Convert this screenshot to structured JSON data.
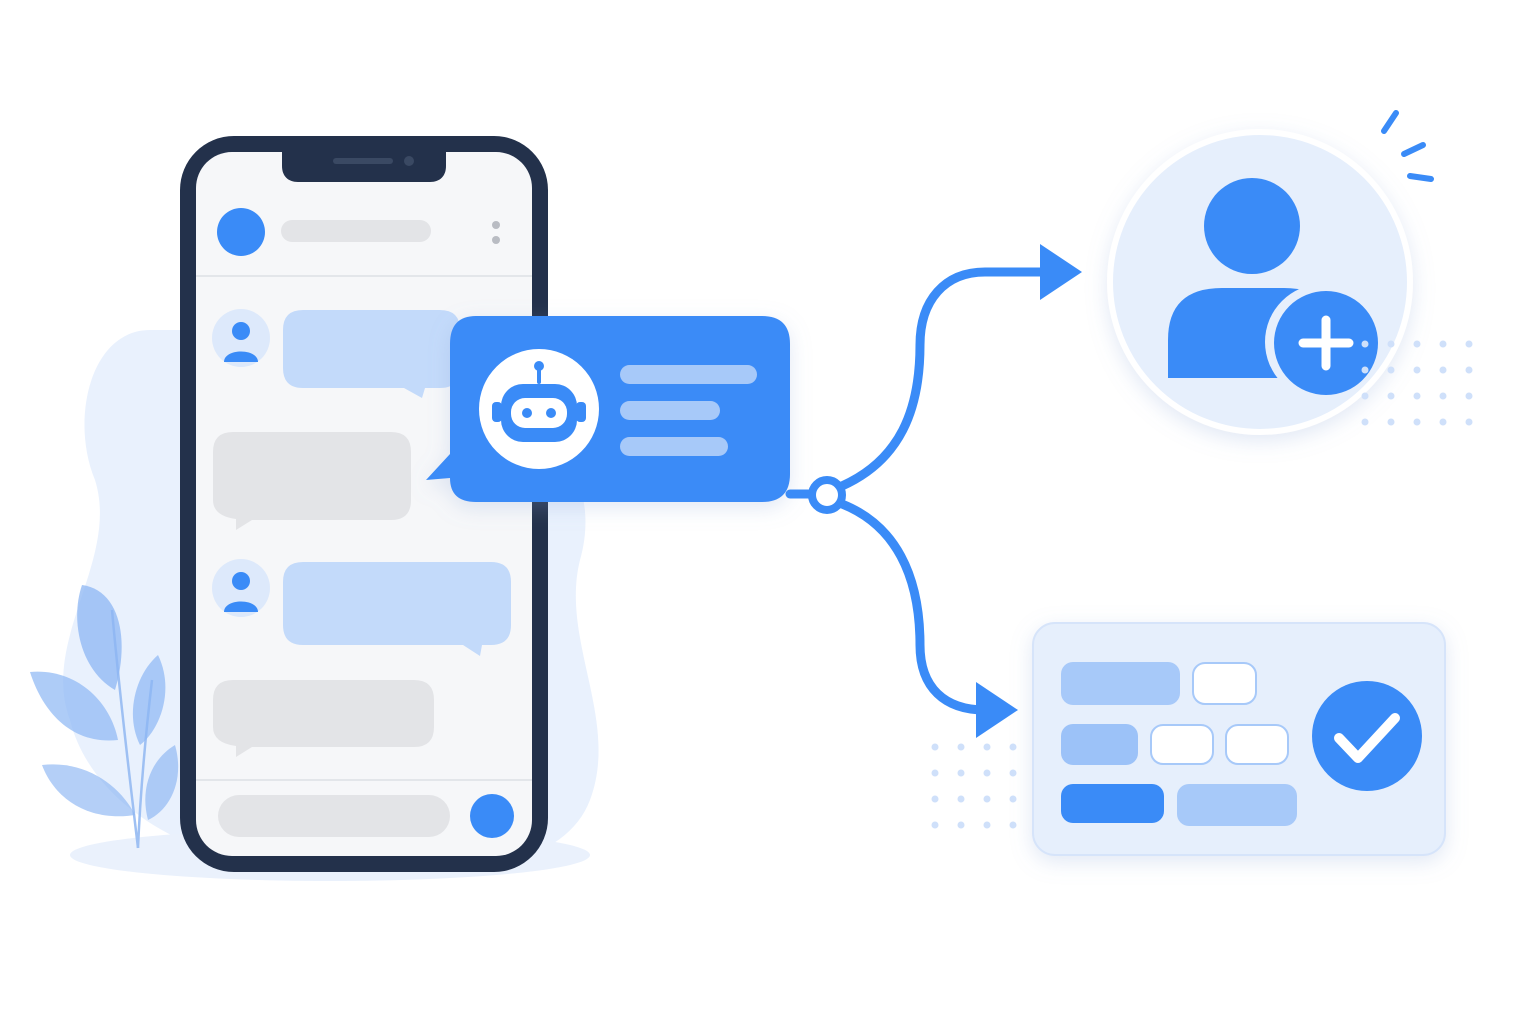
{
  "colors": {
    "primary": "#3a8bf7",
    "primary_light": "#c3dafa",
    "primary_pale": "#e6effc",
    "phone_frame": "#23314b",
    "screen_bg": "#f6f7f9",
    "neutral_bubble": "#e3e4e7",
    "white": "#ffffff"
  },
  "icons": {
    "bot": "robot-icon",
    "contact": "user-icon",
    "add_contact": "user-plus-icon",
    "confirm": "checkmark-icon",
    "menu": "kebab-menu-icon",
    "send": "send-icon"
  },
  "chat": {
    "messages": [
      {
        "sender": "user",
        "style": "blue"
      },
      {
        "sender": "other",
        "style": "gray"
      },
      {
        "sender": "user",
        "style": "blue"
      },
      {
        "sender": "other",
        "style": "gray"
      }
    ]
  },
  "flow": {
    "branches": [
      "create-contact",
      "fill-form-confirm"
    ]
  }
}
